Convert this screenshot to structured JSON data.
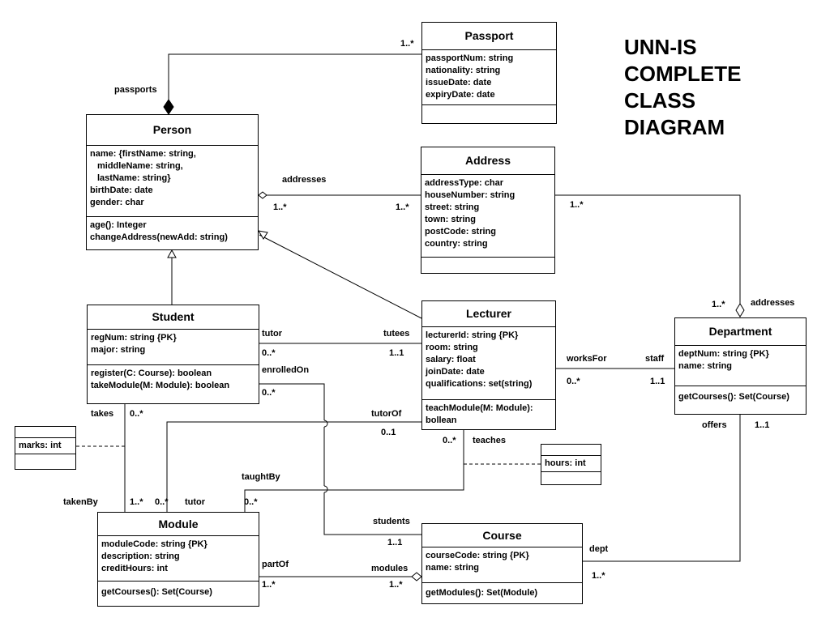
{
  "title": [
    "UNN-IS",
    "COMPLETE",
    "CLASS",
    "DIAGRAM"
  ],
  "classes": {
    "passport": {
      "name": "Passport",
      "attributes": [
        "passportNum: string",
        "nationality: string",
        "issueDate: date",
        "expiryDate: date"
      ],
      "operations": []
    },
    "person": {
      "name": "Person",
      "attributes": [
        "name: {firstName: string,",
        "   middleName: string,",
        "   lastName: string}",
        "birthDate: date",
        "gender: char"
      ],
      "operations": [
        "age(): Integer",
        "changeAddress(newAdd: string)"
      ]
    },
    "address": {
      "name": "Address",
      "attributes": [
        "addressType: char",
        "houseNumber: string",
        "street: string",
        "town: string",
        "postCode: string",
        "country: string"
      ],
      "operations": []
    },
    "student": {
      "name": "Student",
      "attributes": [
        "regNum: string {PK}",
        "major: string"
      ],
      "operations": [
        "register(C: Course): boolean",
        "takeModule(M: Module): boolean"
      ]
    },
    "lecturer": {
      "name": "Lecturer",
      "attributes": [
        "lecturerId: string {PK}",
        "room: string",
        "salary: float",
        "joinDate: date",
        "qualifications: set(string)"
      ],
      "operations": [
        "teachModule(M: Module):",
        "bollean"
      ]
    },
    "department": {
      "name": "Department",
      "attributes": [
        "deptNum: string {PK}",
        "name: string"
      ],
      "operations": [
        "getCourses(): Set(Course)"
      ]
    },
    "module": {
      "name": "Module",
      "attributes": [
        "moduleCode: string {PK}",
        "description: string",
        "creditHours: int"
      ],
      "operations": [
        "getCourses():  Set(Course)"
      ]
    },
    "course": {
      "name": "Course",
      "attributes": [
        "courseCode: string {PK}",
        "name: string"
      ],
      "operations": [
        "getModules(): Set(Module)"
      ]
    },
    "marks": {
      "name": "",
      "attributes": [
        "marks: int"
      ],
      "operations": []
    },
    "hours": {
      "name": "",
      "attributes": [
        "hours: int"
      ],
      "operations": []
    }
  },
  "labels": {
    "passport_mult": "1..*",
    "passports": "passports",
    "addresses_top": "addresses",
    "person_addr_mult": "1..*",
    "addr_person_mult": "1..*",
    "addr_dept_mult": "1..*",
    "dept_addr_mult": "1..*",
    "addresses_dept": "addresses",
    "tutor": "tutor",
    "tutees": "tutees",
    "tutor_mult": "0..*",
    "tutees_mult": "1..1",
    "enrolledOn": "enrolledOn",
    "enrolled_mult": "0..*",
    "worksFor": "worksFor",
    "staff": "staff",
    "worksFor_mult": "0..*",
    "staff_mult": "1..1",
    "takes": "takes",
    "takes_mult": "0..*",
    "tutorOf": "tutorOf",
    "tutorOf_mult": "0..1",
    "lect_teaches_mult": "0..*",
    "teaches": "teaches",
    "offers": "offers",
    "offers_mult": "1..1",
    "taughtBy": "taughtBy",
    "taughtBy_mult": "0..*",
    "takenBy": "takenBy",
    "takenBy_mult": "1..*",
    "module_tutor_mult": "0..*",
    "module_tutor": "tutor",
    "students": "students",
    "students_mult": "1..1",
    "dept": "dept",
    "dept_mult": "1..*",
    "partOf": "partOf",
    "partOf_mult": "1..*",
    "modules": "modules",
    "modules_mult": "1..*"
  }
}
